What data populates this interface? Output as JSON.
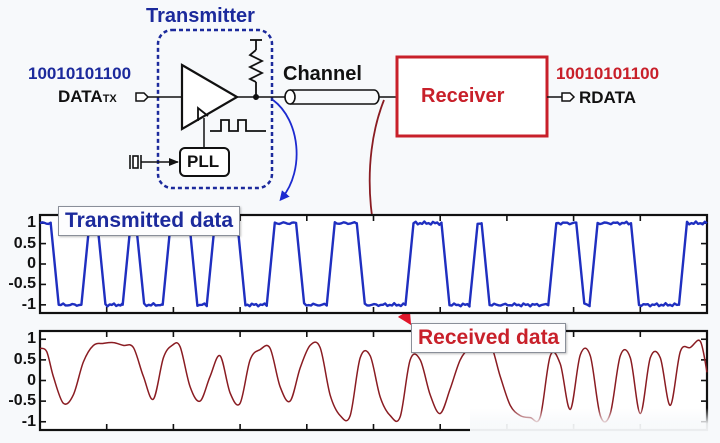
{
  "diagram": {
    "transmitter_title": "Transmitter",
    "tx_bits": "10010101100",
    "tx_input_label": "DATA",
    "tx_input_subscript": "TX",
    "pll_label": "PLL",
    "channel_label": "Channel",
    "receiver_label": "Receiver",
    "rx_bits": "10010101100",
    "rx_output_label": "RDATA",
    "colors": {
      "transmitter": "#1c2a9c",
      "receiver": "#c8202a",
      "tx_wave": "#1f2fc0",
      "rx_wave": "#8a1c22",
      "ink": "#111111"
    }
  },
  "chart_data": [
    {
      "type": "line",
      "title": "Transmitted data",
      "ylim": [
        -1.2,
        1.2
      ],
      "yticks": [
        "1",
        "0.5",
        "0",
        "-0.5",
        "-1"
      ],
      "ytick_values": [
        1,
        0.5,
        0,
        -0.5,
        -1
      ],
      "xlim": [
        0,
        10
      ],
      "xticks_count": 9,
      "series": [
        {
          "name": "Transmitted data",
          "x": [
            0,
            0.16,
            0.28,
            0.62,
            0.74,
            0.86,
            0.98,
            1.24,
            1.36,
            1.44,
            1.56,
            1.84,
            1.96,
            2.24,
            2.36,
            2.5,
            2.62,
            2.96,
            3.08,
            3.4,
            3.52,
            3.84,
            3.96,
            4.3,
            4.42,
            4.75,
            4.87,
            5.48,
            5.6,
            6.02,
            6.14,
            6.44,
            6.56,
            6.62,
            6.74,
            7.62,
            7.74,
            8.04,
            8.16,
            8.24,
            8.36,
            8.86,
            8.98,
            9.58,
            9.7,
            10
          ],
          "values": [
            1,
            1,
            -1,
            -1,
            1,
            1,
            -1,
            -1,
            1,
            1,
            -1,
            -1,
            1,
            1,
            -1,
            -1,
            1,
            1,
            -1,
            -1,
            1,
            1,
            -1,
            -1,
            1,
            1,
            -1,
            -1,
            1,
            1,
            -1,
            -1,
            1,
            1,
            -1,
            -1,
            1,
            1,
            -1,
            -1,
            1,
            1,
            -1,
            -1,
            1,
            1
          ]
        }
      ]
    },
    {
      "type": "line",
      "title": "Received data",
      "ylim": [
        -1.2,
        1.2
      ],
      "yticks": [
        "1",
        "0.5",
        "0",
        "-0.5",
        "-1"
      ],
      "ytick_values": [
        1,
        0.5,
        0,
        -0.5,
        -1
      ],
      "xlim": [
        0,
        10
      ],
      "xticks_count": 9,
      "series": [
        {
          "name": "Received data",
          "x": [
            0,
            0.1,
            0.2,
            0.35,
            0.5,
            0.65,
            0.8,
            0.95,
            1.1,
            1.25,
            1.4,
            1.55,
            1.7,
            1.85,
            1.98,
            2.1,
            2.25,
            2.4,
            2.55,
            2.7,
            2.85,
            3.0,
            3.15,
            3.3,
            3.45,
            3.6,
            3.75,
            3.9,
            4.05,
            4.2,
            4.35,
            4.5,
            4.65,
            4.8,
            4.95,
            5.1,
            5.25,
            5.4,
            5.55,
            5.7,
            5.85,
            6.0,
            6.15,
            6.3,
            6.45,
            6.6,
            6.75,
            6.9,
            7.05,
            7.2,
            7.35,
            7.5,
            7.65,
            7.8,
            7.95,
            8.1,
            8.25,
            8.4,
            8.55,
            8.7,
            8.85,
            9.0,
            9.15,
            9.3,
            9.45,
            9.6,
            9.75,
            9.9,
            10
          ],
          "values": [
            0.78,
            0.7,
            0.1,
            -0.55,
            -0.35,
            0.45,
            0.85,
            0.9,
            0.92,
            0.85,
            0.8,
            0.1,
            -0.45,
            0.55,
            0.85,
            0.82,
            -0.15,
            -0.5,
            0.1,
            0.6,
            -0.3,
            -0.55,
            0.5,
            0.75,
            0.78,
            -0.15,
            -0.5,
            0.3,
            0.85,
            0.8,
            -0.35,
            -0.85,
            -0.85,
            0.55,
            0.6,
            -0.4,
            -0.85,
            -0.88,
            0.5,
            0.5,
            -0.35,
            -0.8,
            -0.2,
            0.5,
            0.8,
            0.85,
            0.9,
            0.1,
            -0.6,
            -0.85,
            -0.9,
            -0.88,
            0.6,
            0.4,
            -0.7,
            0.62,
            0.6,
            -0.85,
            -0.8,
            0.6,
            0.55,
            -0.8,
            0.55,
            0.55,
            -0.6,
            0.7,
            0.8,
            0.95,
            0.2
          ]
        }
      ]
    }
  ]
}
